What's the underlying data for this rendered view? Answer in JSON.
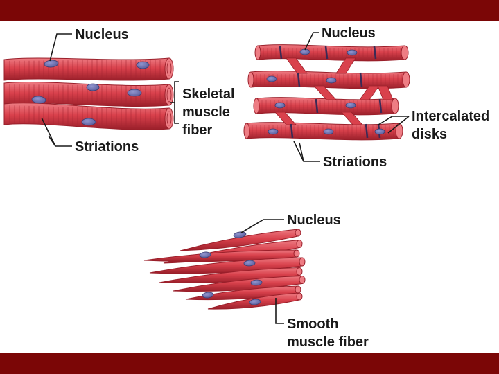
{
  "colors": {
    "frame": "#7b0606",
    "fiber": "#d9414c",
    "fiber_light": "#ee7d84",
    "fiber_dark": "#9a1f2a",
    "nucleus": "#5a5d9c",
    "nucleus_light": "#9296cf",
    "line": "#1a1a1a",
    "striation": "#a52532"
  },
  "skeletal": {
    "nucleus_label": "Nucleus",
    "fiber_label_line1": "Skeletal",
    "fiber_label_line2": "muscle",
    "fiber_label_line3": "fiber",
    "striations_label": "Striations"
  },
  "cardiac": {
    "nucleus_label": "Nucleus",
    "disks_label_line1": "Intercalated",
    "disks_label_line2": "disks",
    "striations_label": "Striations"
  },
  "smooth": {
    "nucleus_label": "Nucleus",
    "fiber_label_line1": "Smooth",
    "fiber_label_line2": "muscle fiber"
  }
}
